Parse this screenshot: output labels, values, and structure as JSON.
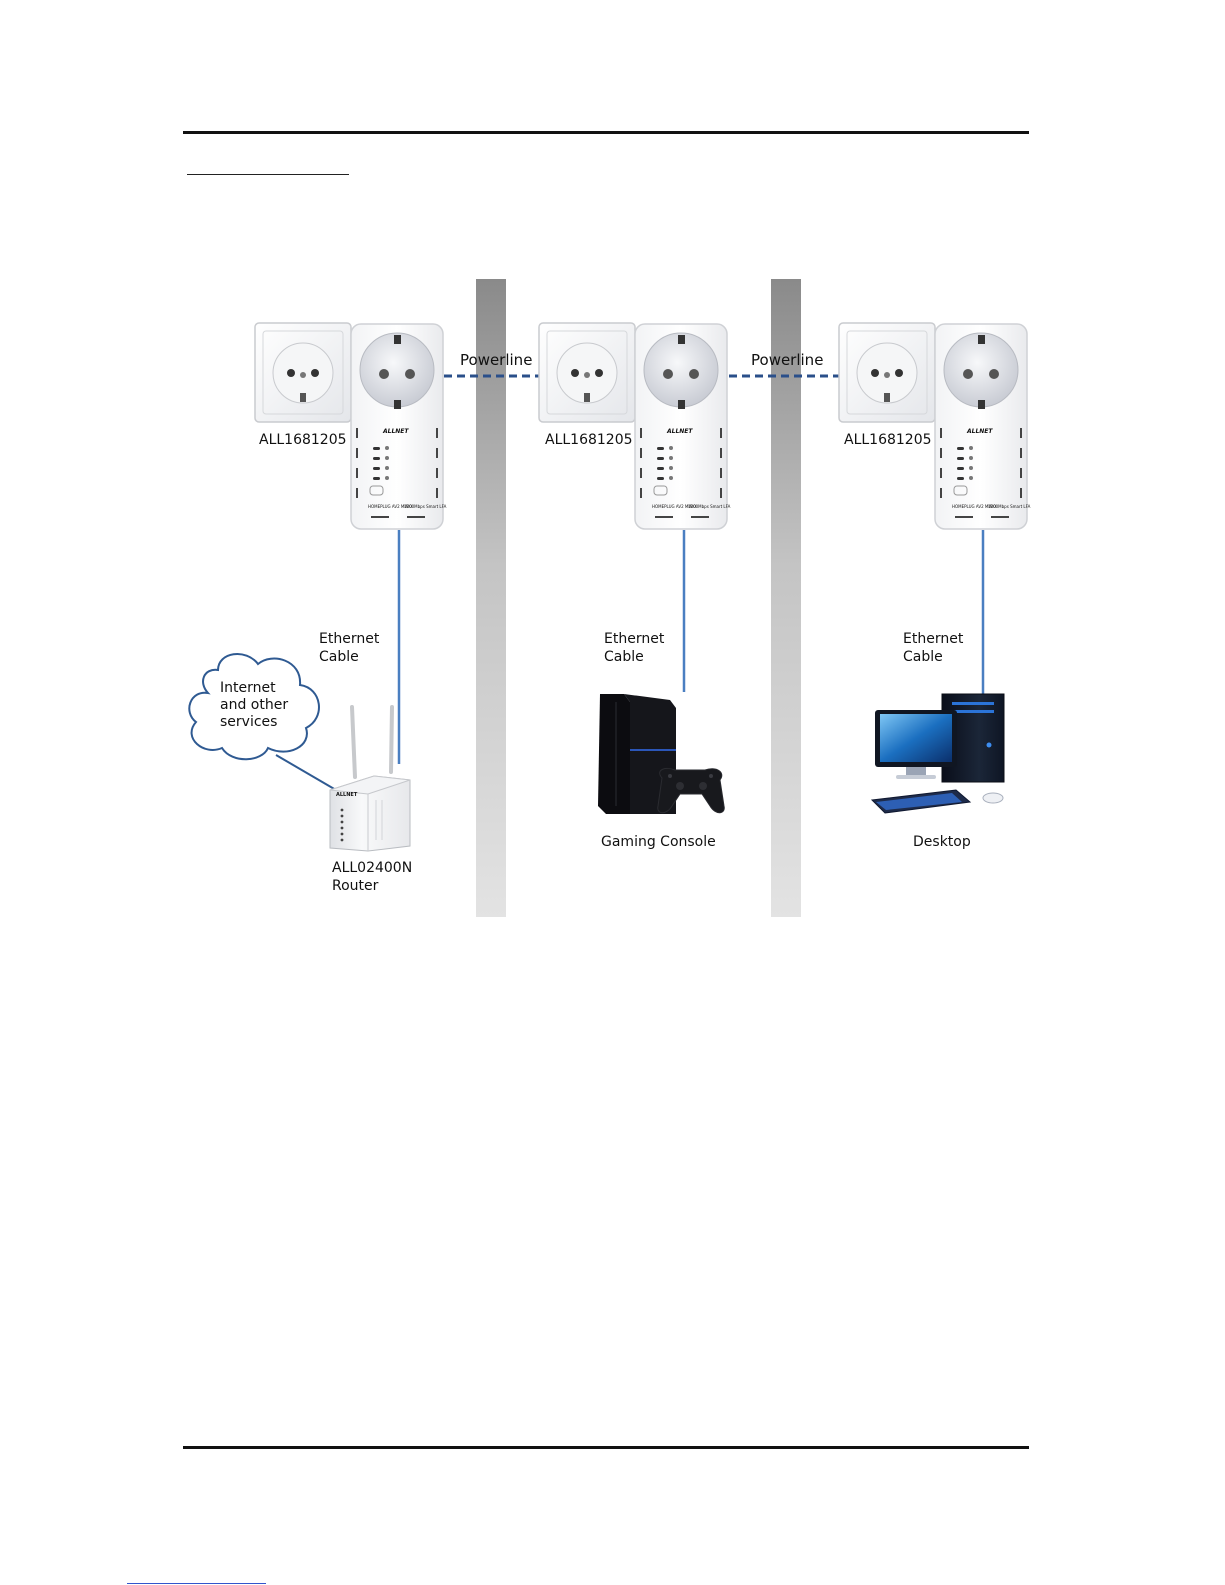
{
  "colors": {
    "wall_light": "#e3e3e3",
    "wall_dark": "#8a8a8a",
    "ethernet_cable": "#4a7fc1",
    "powerline_link": "#2a4f8a",
    "rule": "#111111"
  },
  "adapters": [
    {
      "label": "ALL1681205",
      "brand": "ALLNET",
      "spec_left": "HOMEPLUG AV2 MIMO",
      "spec_right": "1200Mbps Smart LFA"
    },
    {
      "label": "ALL1681205",
      "brand": "ALLNET",
      "spec_left": "HOMEPLUG AV2 MIMO",
      "spec_right": "1200Mbps Smart LFA"
    },
    {
      "label": "ALL1681205",
      "brand": "ALLNET",
      "spec_left": "HOMEPLUG AV2 MIMO",
      "spec_right": "1200Mbps Smart LFA"
    }
  ],
  "links": [
    {
      "label": "Powerline"
    },
    {
      "label": "Powerline"
    }
  ],
  "cables": [
    {
      "line1": "Ethernet",
      "line2": "Cable"
    },
    {
      "line1": "Ethernet",
      "line2": "Cable"
    },
    {
      "line1": "Ethernet",
      "line2": "Cable"
    }
  ],
  "cloud": {
    "line1": "Internet",
    "line2": "and other",
    "line3": "services"
  },
  "router": {
    "line1": "ALL02400N",
    "line2": "Router",
    "brand": "ALLNET"
  },
  "console": {
    "label": "Gaming Console"
  },
  "desktop": {
    "label": "Desktop"
  }
}
